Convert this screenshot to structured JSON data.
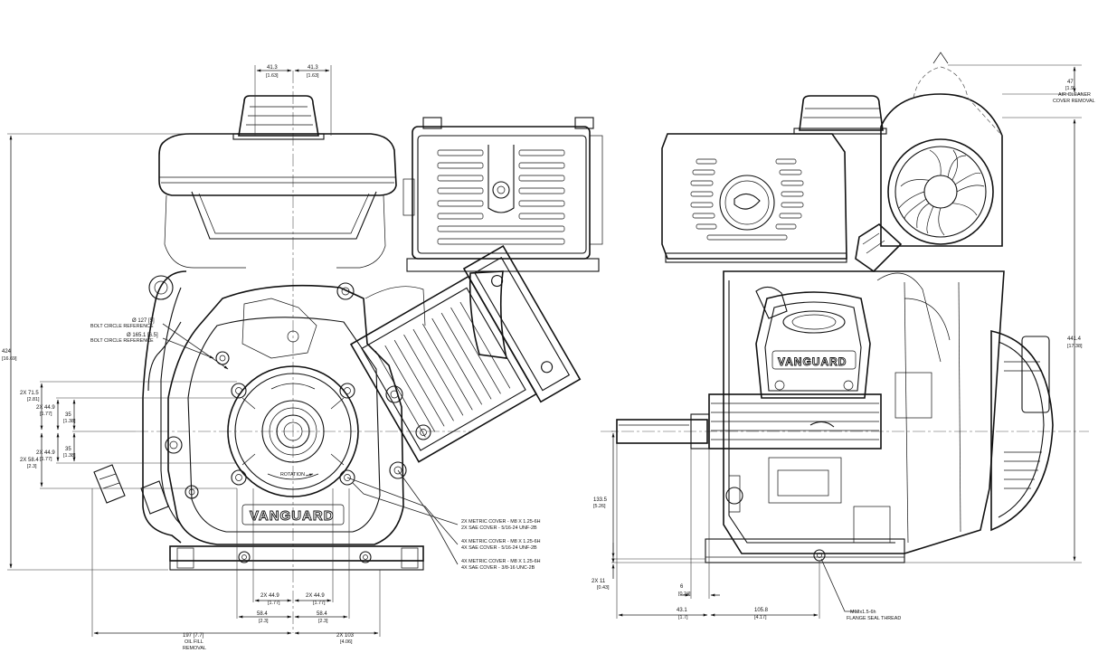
{
  "front_view": {
    "dims": {
      "top_left": "41.3",
      "top_left_in": "[1.63]",
      "top_right": "41.3",
      "top_right_in": "[1.63]",
      "height": "424",
      "height_in": "[16.69]",
      "bc1": "Ø 127  [5]",
      "bc1_note": "BOLT CIRCLE REFERENCE",
      "bc2": "Ø 165.1  [6.5]",
      "bc2_note": "BOLT CIRCLE REFERENCE",
      "v715": "2X 71.5",
      "v715_in": "[2.81]",
      "v449a": "2X 44.9",
      "v449a_in": "[1.77]",
      "v35a": "35",
      "v35a_in": "[1.38]",
      "v35b": "35",
      "v35b_in": "[1.38]",
      "v449b": "2X 44.9",
      "v449b_in": "[1.77]",
      "v584": "2X 58.4",
      "v584_in": "[2.3]",
      "h449l": "2X 44.9",
      "h449l_in": "[1.77]",
      "h449r": "2X 44.9",
      "h449r_in": "[1.77]",
      "h584l": "58.4",
      "h584l_in": "[2.3]",
      "h584r": "58.4",
      "h584r_in": "[2.3]",
      "w197": "197  [7.7]",
      "w197_note1": "OIL FILL",
      "w197_note2": "REMOVAL",
      "w103": "2X 103",
      "w103_in": "[4.06]"
    },
    "callouts": [
      {
        "l1": "2X METRIC COVER - M8 X 1.25-6H",
        "l2": "2X SAE COVER - 5/16-24 UNF-2B"
      },
      {
        "l1": "4X METRIC COVER - M8 X 1.25-6H",
        "l2": "4X SAE COVER - 5/16-24 UNF-2B"
      },
      {
        "l1": "4X METRIC COVER - M8 X 1.25-6H",
        "l2": "4X SAE COVER - 3/8-16 UNC-2B"
      }
    ],
    "rotation_label": "ROTATION",
    "brand": "VANGUARD"
  },
  "side_view": {
    "dims": {
      "d47": "47",
      "d47_in": "[1.9]",
      "d47_note1": "AIR CLEANER",
      "d47_note2": "COVER REMOVAL",
      "d441": "441.4",
      "d441_in": "[17.38]",
      "d1335": "133.5",
      "d1335_in": "[5.26]",
      "d11": "2X 11",
      "d11_in": "[0.43]",
      "d6": "6",
      "d6_in": "[0.24]",
      "d431": "43.1",
      "d431_in": "[1.7]",
      "d1058": "105.8",
      "d1058_in": "[4.17]",
      "thread1": "M12x1.5-6h",
      "thread2": "FLANGE SEAL THREAD"
    },
    "brand": "VANGUARD"
  },
  "colors": {
    "ink": "#111111",
    "paper": "#ffffff"
  }
}
